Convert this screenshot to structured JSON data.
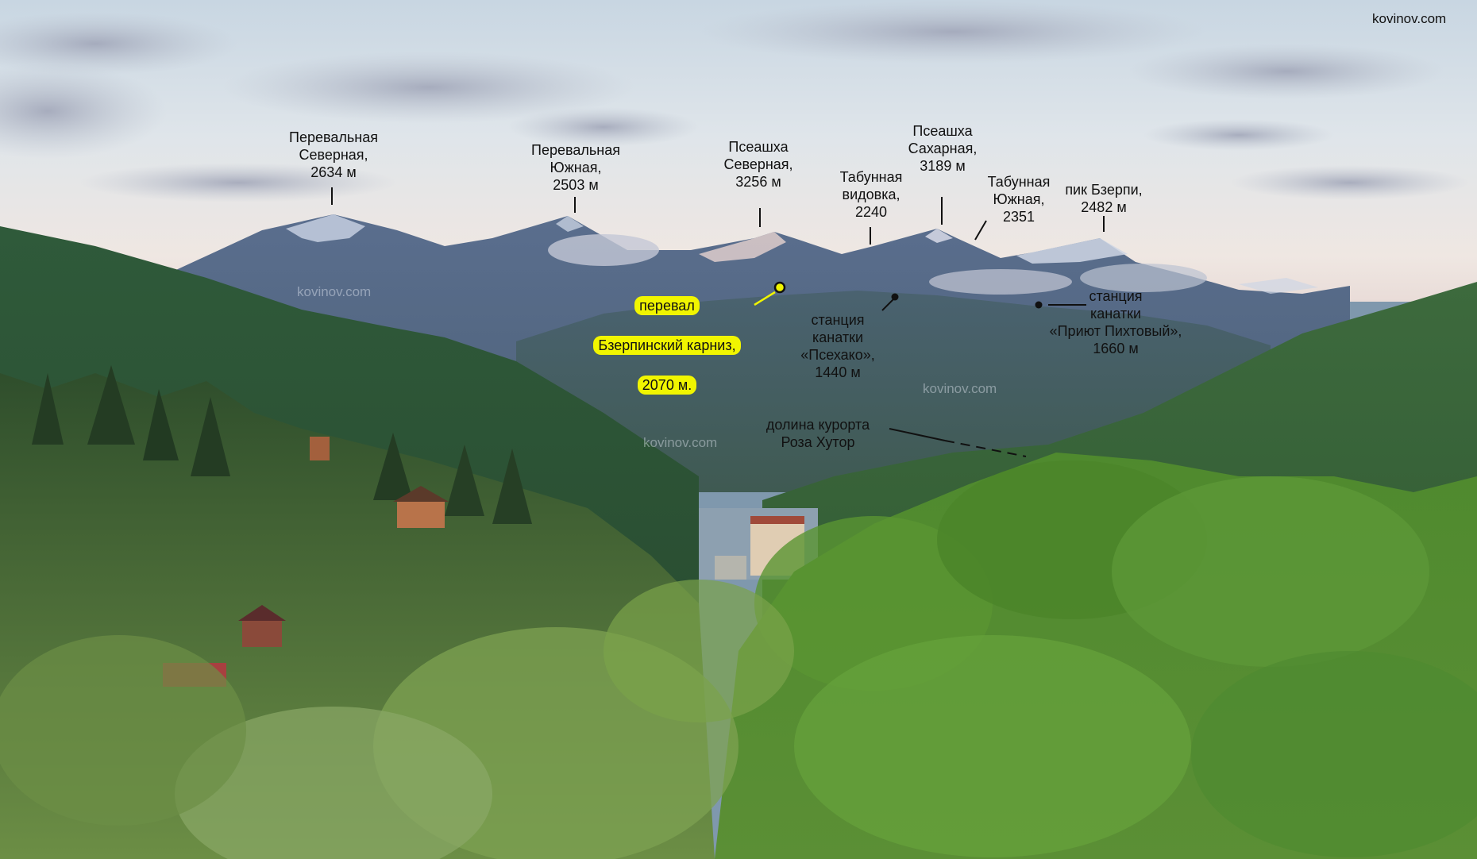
{
  "watermarks": {
    "corner": "kovinov.com",
    "overlay_1": "kovinov.com",
    "overlay_2": "kovinov.com",
    "overlay_3": "kovinov.com"
  },
  "peaks": {
    "pereval_severnaya": "Перевальная\nСеверная,\n2634 м",
    "pereval_yuzhnaya": "Перевальная\nЮжная,\n2503 м",
    "pseashkha_severnaya": "Псеашха\nСеверная,\n3256 м",
    "tabunnaya_vidovka": "Табунная\nвидовка,\n2240",
    "pseashkha_sakharnaya": "Псеашха\nСахарная,\n3189 м",
    "tabunnaya_yuzhnaya": "Табунная\nЮжная,\n2351",
    "pik_bzerpi": "пик Бзерпи,\n2482 м"
  },
  "pass": {
    "line_1": "перевал",
    "line_2": "Бзерпинский карниз,",
    "line_3": "2070 м."
  },
  "stations": {
    "psekhako": "станция\nканатки\n«Псехако»,\n1440 м",
    "priyut": "станция\nканатки\n«Приют Пихтовый»,\n1660 м"
  },
  "valley": "долина курорта\nРоза Хутор",
  "colors": {
    "pass_highlight": "#f1f500",
    "annotation_text": "#111111"
  }
}
